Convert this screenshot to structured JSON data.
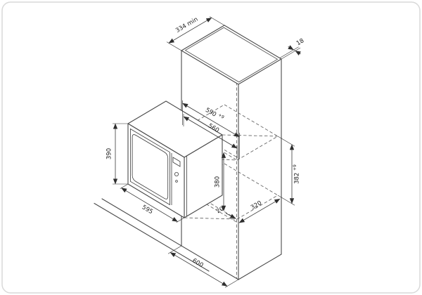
{
  "diagram": {
    "type": "installation-drawing-built-in-microwave-in-tall-cabinet",
    "colors": {
      "background": "#ffffff",
      "line": "#4a4a4a",
      "dimension": "#2e2e2e"
    },
    "dims": {
      "top_depth": "334 min",
      "side_thickness": "18",
      "inner_width_value": "590",
      "inner_width_tol": "+9",
      "niche_width": "560",
      "oven_height": "390",
      "oven_width": "595",
      "niche_height": "380",
      "install_height_value": "382",
      "install_height_tol": "+9",
      "niche_depth": "320",
      "edge_gap": "20",
      "cabinet_width": "600"
    }
  }
}
